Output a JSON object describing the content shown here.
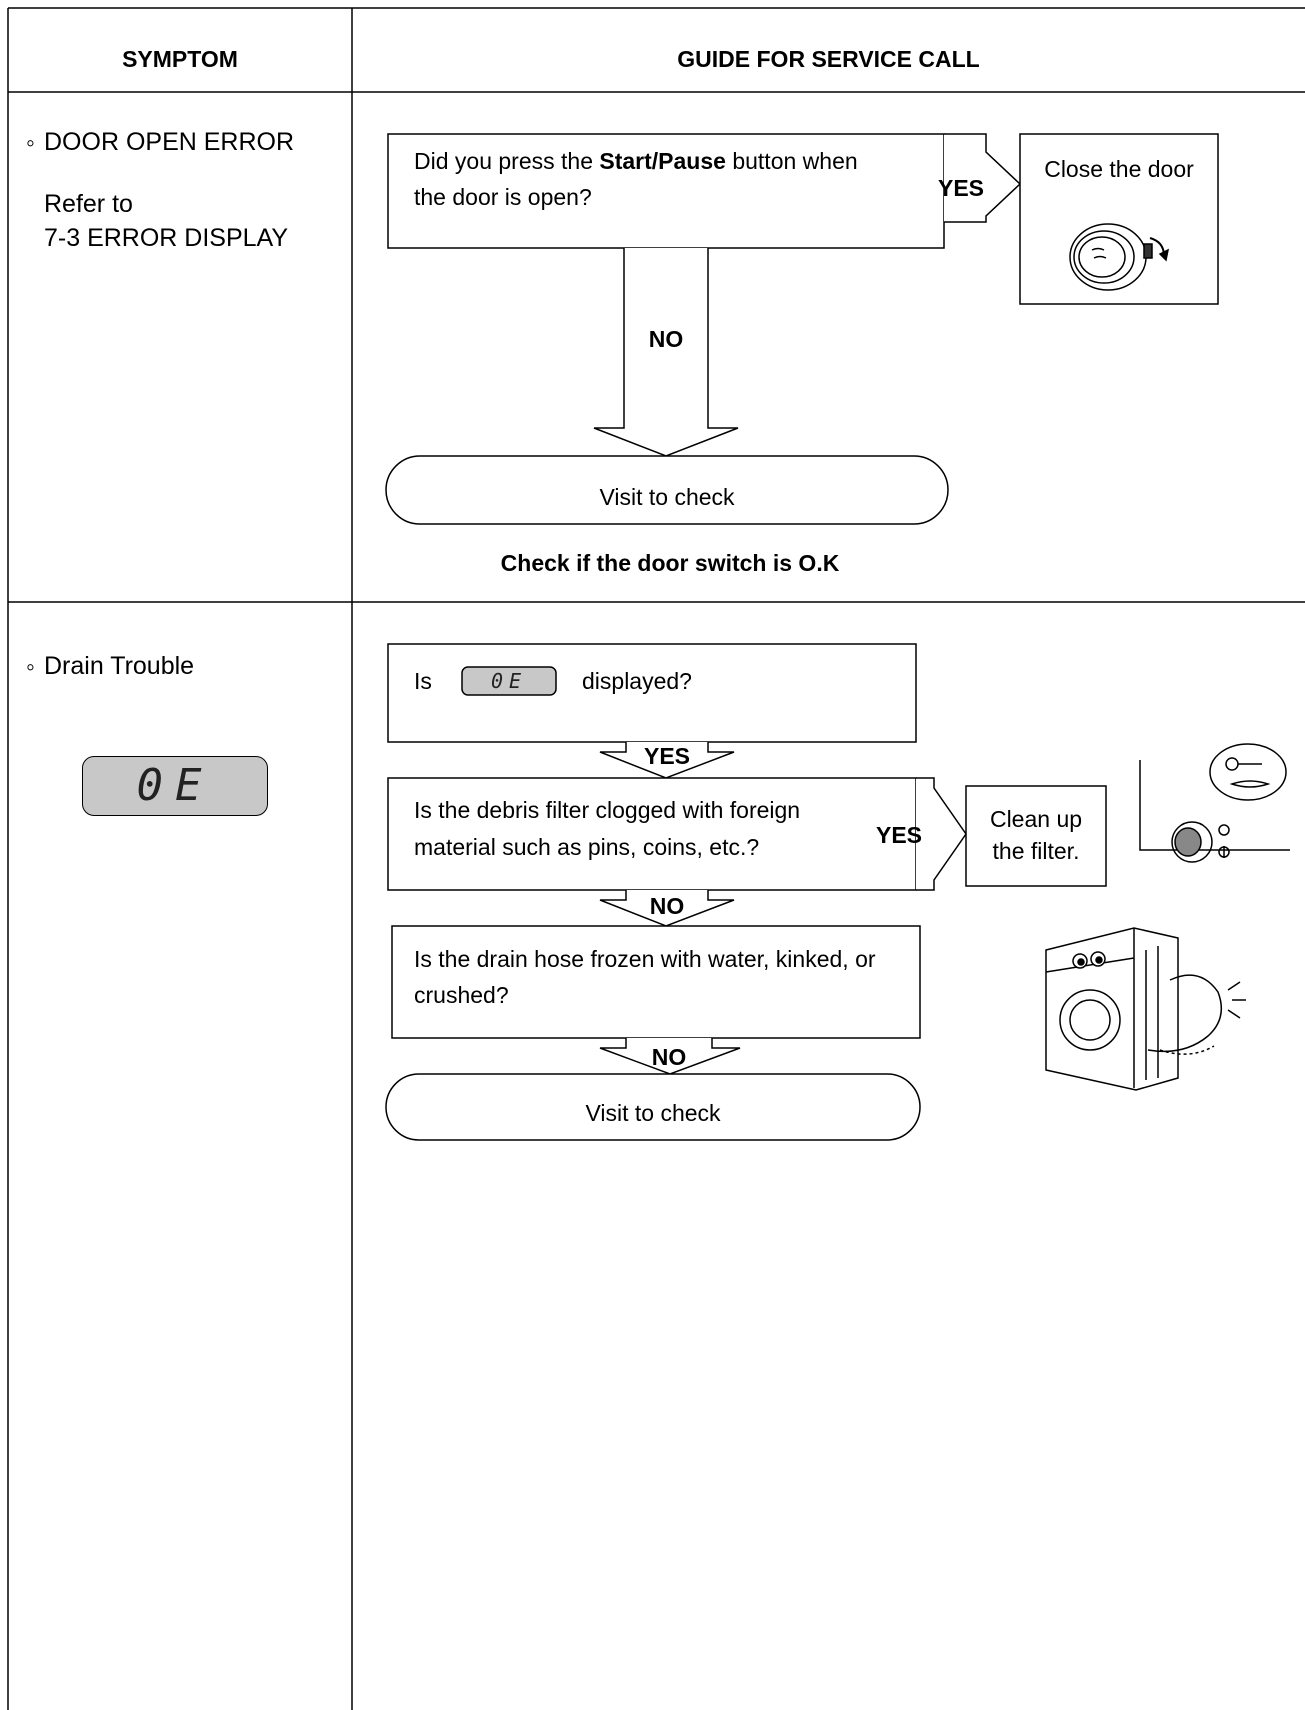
{
  "table": {
    "header_symptom": "SYMPTOM",
    "header_guide": "GUIDE FOR SERVICE CALL"
  },
  "row1": {
    "symptom": "DOOR OPEN ERROR",
    "refer_line1": "Refer to",
    "refer_line2": "7-3 ERROR DISPLAY",
    "question_pre": "Did you press the ",
    "question_bold": "Start/Pause",
    "question_post": " button when",
    "question_line2": "the door is open?",
    "yes": "YES",
    "no": "NO",
    "action": "Close the door",
    "visit": "Visit to check",
    "note": "Check if the door switch is O.K"
  },
  "row2": {
    "symptom": "Drain Trouble",
    "error_code": "0E",
    "q1_pre": "Is",
    "q1_code": "0E",
    "q1_post": "displayed?",
    "yes1": "YES",
    "q2_line1": "Is the debris filter clogged with foreign",
    "q2_line2": "material such as pins, coins, etc.?",
    "yes2": "YES",
    "action_line1": "Clean up",
    "action_line2": "the filter.",
    "no1": "NO",
    "q3_line1": "Is the drain hose frozen with water, kinked, or",
    "q3_line2": "crushed?",
    "no2": "NO",
    "visit": "Visit to check"
  }
}
